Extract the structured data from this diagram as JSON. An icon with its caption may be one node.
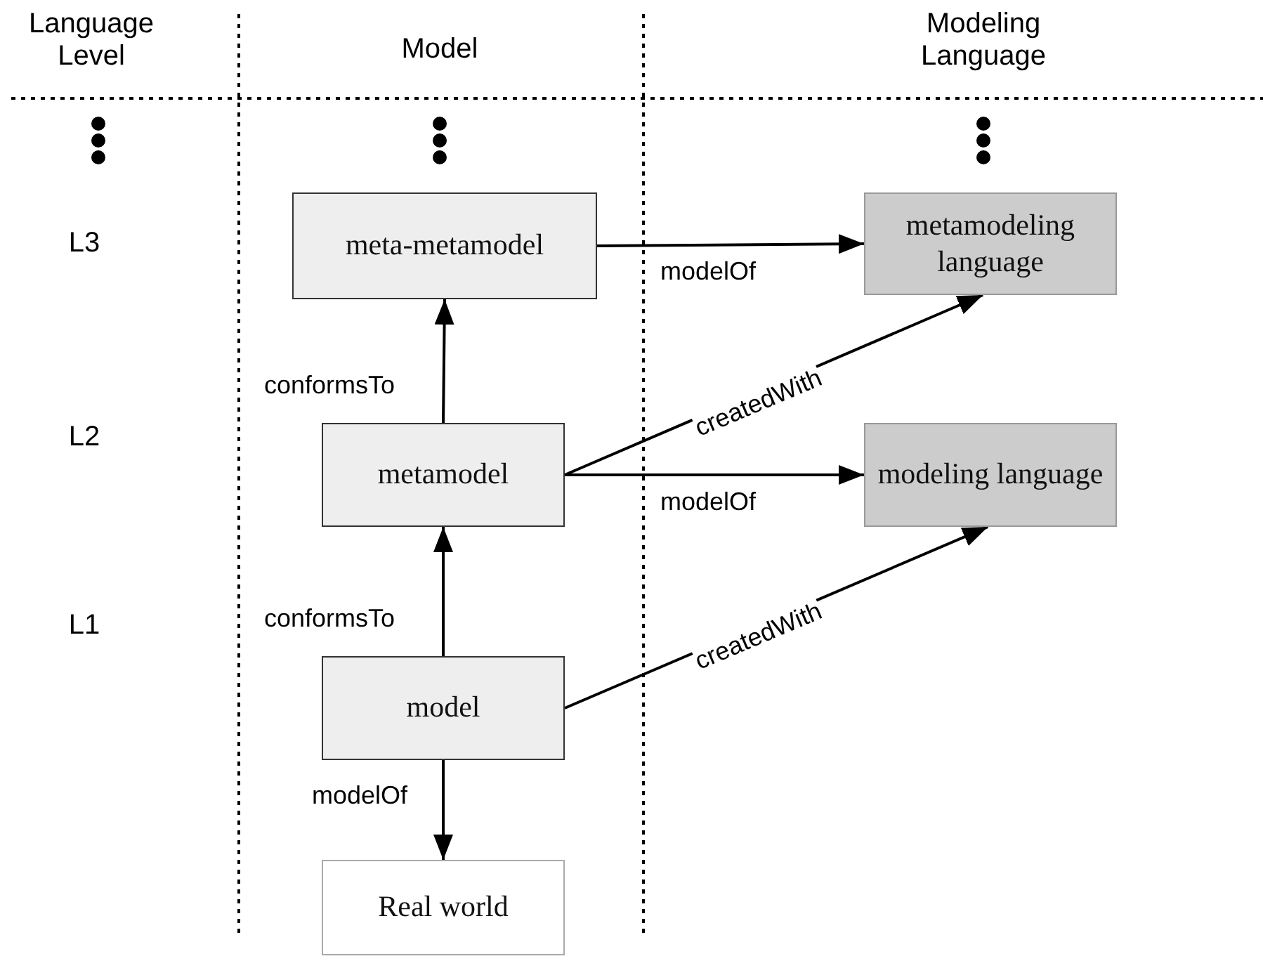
{
  "diagram": {
    "nodes": [
      {
        "text": [
          "meta-metamodel"
        ]
      },
      {
        "text": [
          "metamodeling language"
        ]
      },
      {
        "text": [
          "metamodel"
        ]
      },
      {
        "text": [
          "modeling language"
        ]
      },
      {
        "text": [
          "model"
        ]
      },
      {
        "text": [
          "Real world"
        ]
      }
    ],
    "edges": [
      {
        "from": 0,
        "to": 1,
        "arrow": "to",
        "label": "modelOf"
      },
      {
        "from": 2,
        "to": 0,
        "arrow": "to",
        "label": "conformsTo"
      },
      {
        "from": 2,
        "to": 1,
        "arrow": "to",
        "label": "createdWith"
      },
      {
        "from": 2,
        "to": 3,
        "arrow": "to",
        "label": "modelOf"
      },
      {
        "from": 4,
        "to": 2,
        "arrow": "to",
        "label": "conformsTo"
      },
      {
        "from": 4,
        "to": 3,
        "arrow": "to",
        "label": "createdWith"
      },
      {
        "from": 4,
        "to": 5,
        "arrow": "to",
        "label": "modelOf"
      }
    ],
    "labels": [
      "Language Level",
      "Model",
      "Modeling Language",
      "L3",
      "L2",
      "L1"
    ]
  }
}
